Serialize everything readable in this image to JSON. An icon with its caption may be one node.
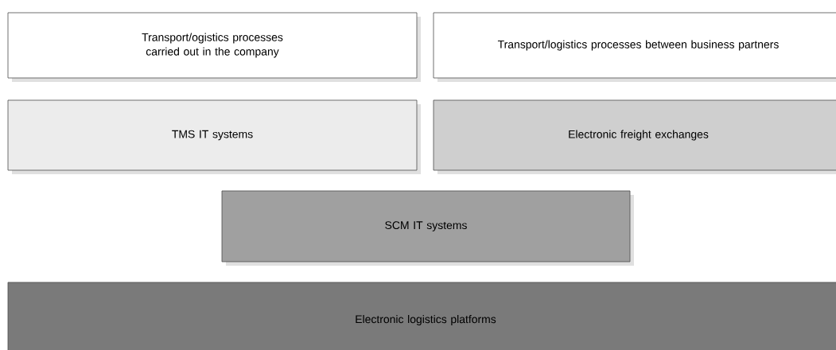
{
  "diagram": {
    "nodes": [
      {
        "text": [
          "Transport/ogistics processes carried out in the company"
        ]
      },
      {
        "text": [
          "Transport/logistics processes between business partners"
        ]
      },
      {
        "text": [
          "TMS IT systems"
        ]
      },
      {
        "text": [
          "Electronic freight exchanges"
        ]
      },
      {
        "text": [
          "SCM IT systems"
        ]
      },
      {
        "text": [
          "Electronic logistics platforms"
        ]
      }
    ]
  }
}
